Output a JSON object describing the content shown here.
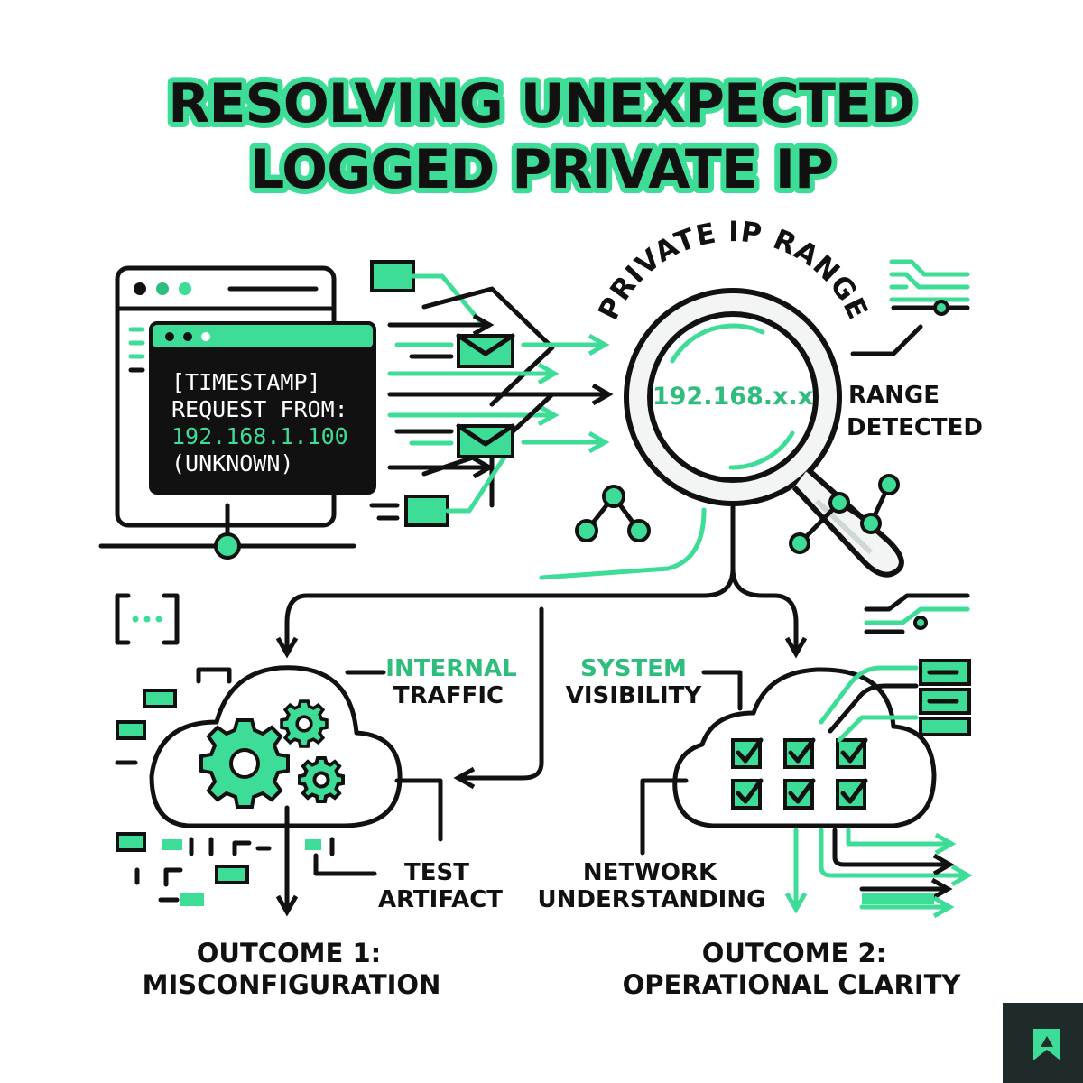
{
  "title": {
    "line1": "RESOLVING UNEXPECTED",
    "line2": "LOGGED PRIVATE IP"
  },
  "terminal": {
    "line1": "[TIMESTAMP]",
    "line2": "REQUEST FROM:",
    "ip": "192.168.1.100",
    "line4": "(UNKNOWN)"
  },
  "magnifier": {
    "arc_label": "PRIVATE IP RANGE",
    "ip_range": "192.168.x.x",
    "detected_line1": "RANGE",
    "detected_line2": "DETECTED"
  },
  "labels": {
    "internal_line1": "INTERNAL",
    "internal_line2": "TRAFFIC",
    "system_line1": "SYSTEM",
    "system_line2": "VISIBILITY",
    "test_line1": "TEST",
    "test_line2": "ARTIFACT",
    "network_line1": "NETWORK",
    "network_line2": "UNDERSTANDING"
  },
  "outcomes": {
    "one_line1": "OUTCOME 1:",
    "one_line2": "MISCONFIGURATION",
    "two_line1": "OUTCOME 2:",
    "two_line2": "OPERATIONAL CLARITY"
  },
  "colors": {
    "accent": "#3ddc97",
    "ink": "#111111",
    "terminal_bg": "#111111",
    "badge_bg": "#1f2b2a"
  },
  "icons": [
    "browser-window-icon",
    "terminal-icon",
    "envelope-icon",
    "magnifier-icon",
    "cloud-icon",
    "gear-icon",
    "checkbox-icon",
    "server-rack-icon",
    "brand-logo-icon"
  ]
}
